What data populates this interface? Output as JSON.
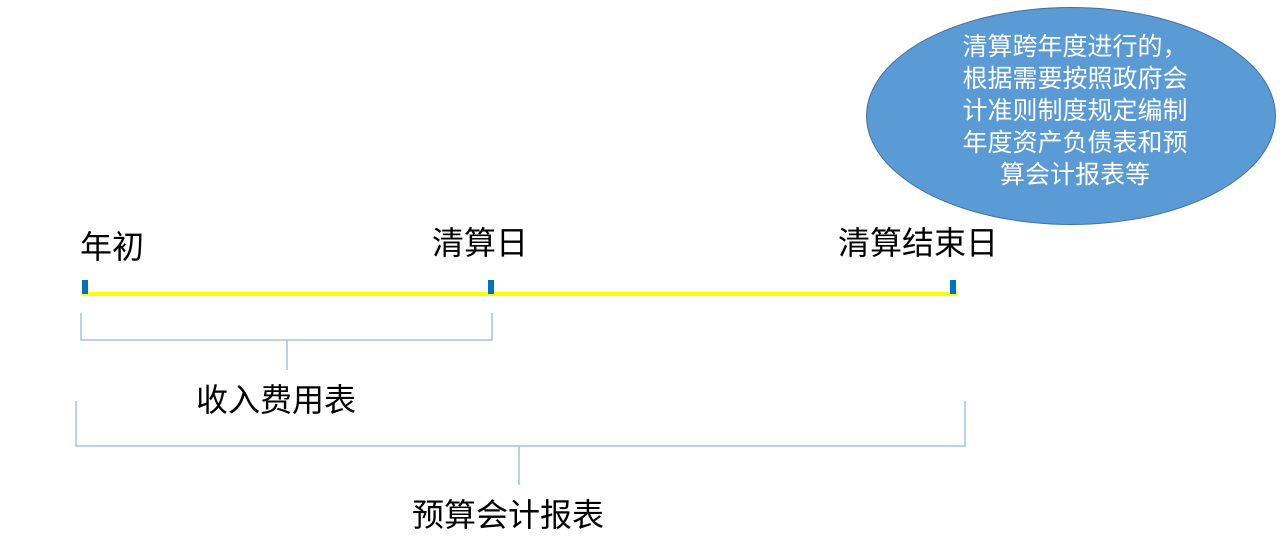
{
  "timeline": {
    "start_label": "年初",
    "liquidation_label": "清算日",
    "end_label": "清算结束日"
  },
  "brackets": {
    "income_label": "收入费用表",
    "budget_label": "预算会计报表"
  },
  "callout": {
    "lines": [
      "清算跨年度进行的，",
      "根据需要按照政府会",
      "计准则制度规定编制",
      "年度资产负债表和预",
      "算会计报表等"
    ]
  },
  "colors": {
    "timeline": "#ffff00",
    "tick": "#0070c0",
    "bracket": "#9dc3e6",
    "callout_fill": "#5b9bd5",
    "callout_text": "#ffffff"
  }
}
